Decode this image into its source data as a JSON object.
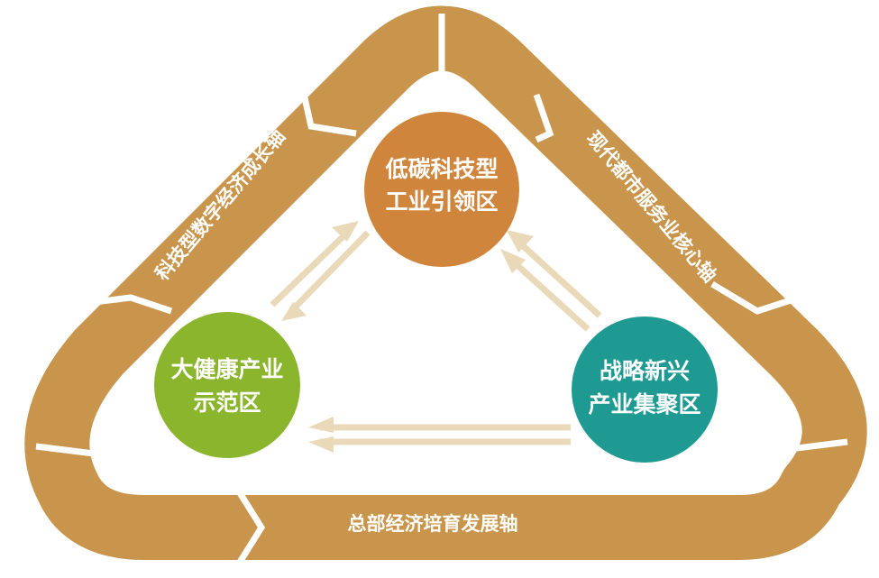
{
  "colors": {
    "band": "#c9954c",
    "arrow": "#ead9b8",
    "top_node": "#d0853c",
    "left_node": "#8ab52c",
    "right_node": "#1f9a92"
  },
  "axes": {
    "left": "科技型数字经济成长轴",
    "right": "现代都市服务业核心轴",
    "bottom": "总部经济培育发展轴"
  },
  "nodes": {
    "top": {
      "line1": "低碳科技型",
      "line2": "工业引领区"
    },
    "left": {
      "line1": "大健康产业",
      "line2": "示范区"
    },
    "right": {
      "line1": "战略新兴",
      "line2": "产业集聚区"
    }
  }
}
